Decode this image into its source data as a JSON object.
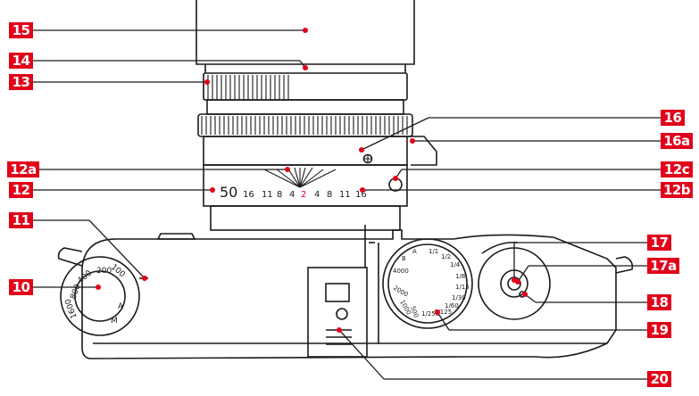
{
  "callouts": [
    {
      "id": "c15",
      "label": "15"
    },
    {
      "id": "c14",
      "label": "14"
    },
    {
      "id": "c13",
      "label": "13"
    },
    {
      "id": "c16",
      "label": "16"
    },
    {
      "id": "c16a",
      "label": "16a"
    },
    {
      "id": "c12a",
      "label": "12a"
    },
    {
      "id": "c12c",
      "label": "12c"
    },
    {
      "id": "c12",
      "label": "12"
    },
    {
      "id": "c12b",
      "label": "12b"
    },
    {
      "id": "c11",
      "label": "11"
    },
    {
      "id": "c17",
      "label": "17"
    },
    {
      "id": "c17a",
      "label": "17a"
    },
    {
      "id": "c10",
      "label": "10"
    },
    {
      "id": "c18",
      "label": "18"
    },
    {
      "id": "c19",
      "label": "19"
    },
    {
      "id": "c20",
      "label": "20"
    }
  ],
  "lens": {
    "focal_length": "50",
    "dof_scale": [
      "16",
      "11",
      "8",
      "4",
      "2",
      "4",
      "8",
      "11",
      "16"
    ]
  },
  "iso_dial": {
    "values": [
      "100",
      "200",
      "400",
      "800",
      "1600",
      "M",
      "A"
    ]
  },
  "shutter_dial": {
    "values": [
      "1/1",
      "1/2",
      "1/4",
      "1/8",
      "1/15",
      "1/30",
      "1/60",
      "1/125",
      "1/250",
      "500",
      "1000",
      "2000",
      "4000",
      "B",
      "A"
    ]
  },
  "colors": {
    "accent": "#e2001a",
    "line": "#1a1a1a",
    "fill": "#ffffff"
  }
}
